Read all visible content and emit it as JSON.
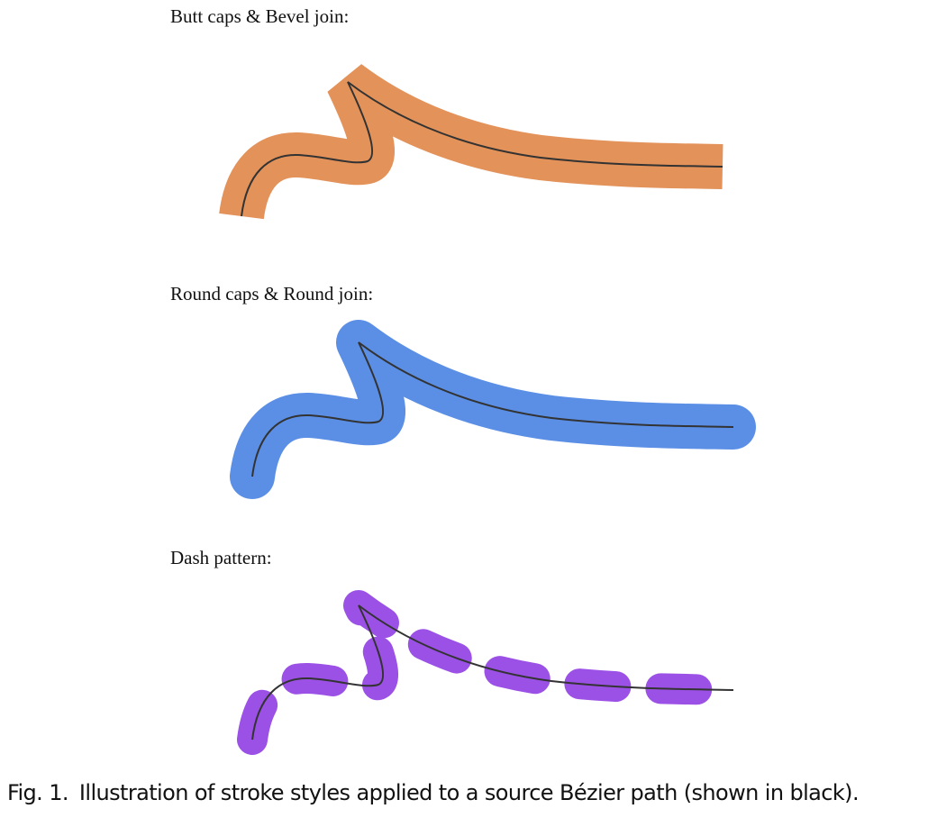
{
  "panels": [
    {
      "label": "Butt caps & Bevel join:",
      "stroke_color": "#e3925a",
      "linecap": "butt",
      "linejoin": "bevel",
      "dashed": false
    },
    {
      "label": "Round caps & Round join:",
      "stroke_color": "#5b8fe6",
      "linecap": "round",
      "linejoin": "round",
      "dashed": false
    },
    {
      "label": "Dash pattern:",
      "stroke_color": "#9b51e6",
      "linecap": "round",
      "linejoin": "round",
      "dashed": true
    }
  ],
  "source_path_color": "#333333",
  "caption": {
    "number": "Fig. 1.",
    "text": "Illustration of stroke styles applied to a source Bézier path (shown in black)."
  }
}
